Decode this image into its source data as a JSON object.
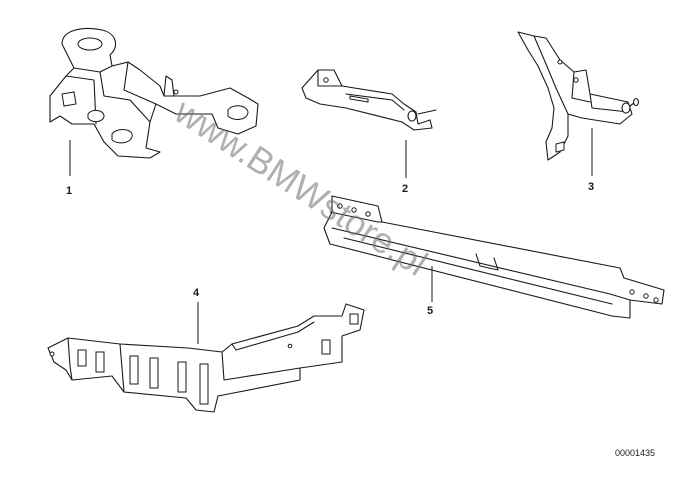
{
  "diagram": {
    "watermark": "www.BMWstore.pl",
    "diagram_id": "00001435",
    "parts": [
      {
        "label": "1"
      },
      {
        "label": "2"
      },
      {
        "label": "3"
      },
      {
        "label": "4"
      },
      {
        "label": "5"
      }
    ]
  }
}
